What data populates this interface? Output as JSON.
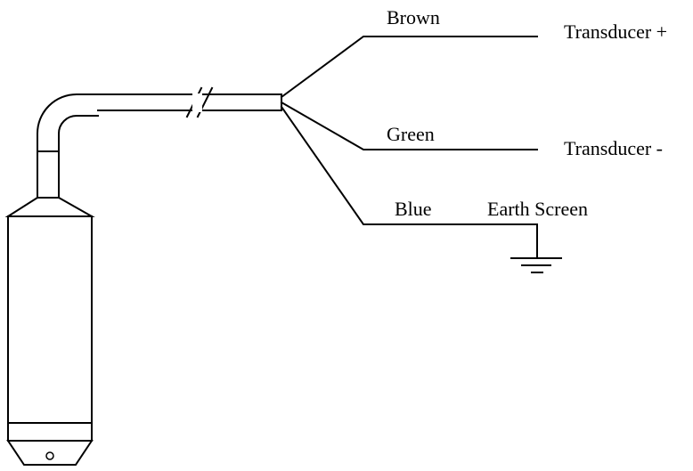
{
  "diagram": {
    "wires": [
      {
        "color": "Brown",
        "function": "Transducer +"
      },
      {
        "color": "Green",
        "function": "Transducer -"
      },
      {
        "color": "Blue",
        "function": "Earth Screen"
      }
    ]
  }
}
